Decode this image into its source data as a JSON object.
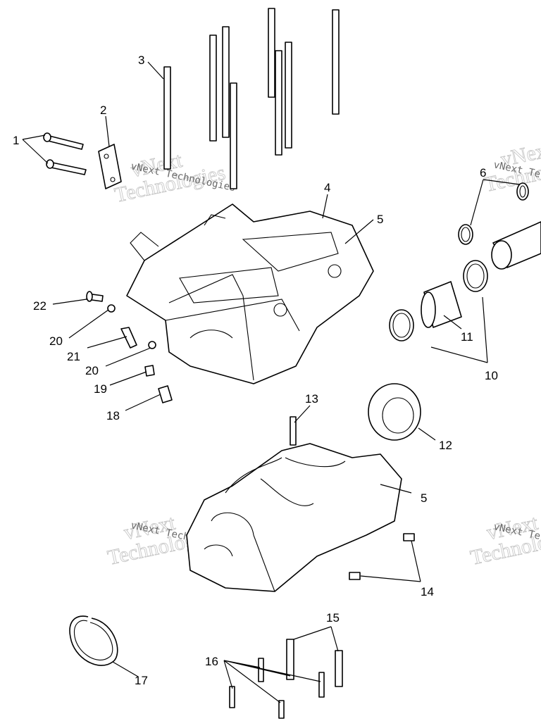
{
  "callouts": [
    "1",
    "2",
    "3",
    "4",
    "5",
    "6",
    "10",
    "11",
    "12",
    "5",
    "13",
    "14",
    "15",
    "16",
    "17",
    "18",
    "19",
    "20",
    "21",
    "20",
    "22"
  ],
  "watermarks": [
    {
      "big_top": "vNext",
      "big_bottom": "Technologies",
      "small": "vNext Technologies"
    },
    {
      "big_top": "vNext",
      "big_bottom": "Technologies",
      "small": "vNext Technologies"
    },
    {
      "big_top": "vNext",
      "big_bottom": "Technologies",
      "small": "vNext Technologies"
    },
    {
      "big_top": "vNext",
      "big_bottom": "Technologies",
      "small": "vNext Technologies"
    }
  ],
  "colors": {
    "line": "#000000",
    "watermark": "#c8c8c8",
    "background": "#ffffff"
  }
}
